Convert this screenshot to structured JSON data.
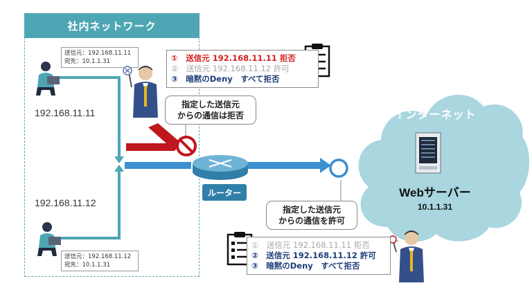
{
  "network": {
    "title": "社内ネットワーク"
  },
  "pc1": {
    "ip": "192.168.11.11",
    "packet": {
      "src": "送信元：192.168.11.11",
      "dst": "宛先：10.1.1.31"
    }
  },
  "pc2": {
    "ip": "192.168.11.12",
    "packet": {
      "src": "送信元：192.168.11.12",
      "dst": "宛先：10.1.1.31"
    }
  },
  "rules_top": [
    {
      "num": "①",
      "text": "送信元 192.168.11.11 拒否"
    },
    {
      "num": "②",
      "text": "送信元 192.168.11.12 許可"
    },
    {
      "num": "③",
      "text": "暗黙のDeny　すべて拒否"
    }
  ],
  "rules_bottom": [
    {
      "num": "①",
      "text": "送信元 192.168.11.11 拒否"
    },
    {
      "num": "②",
      "text": "送信元 192.168.11.12 許可"
    },
    {
      "num": "③",
      "text": "暗黙のDeny　すべて拒否"
    }
  ],
  "deny_bubble": {
    "line1": "指定した送信元",
    "line2": "からの通信は拒否"
  },
  "allow_bubble": {
    "line1": "指定した送信元",
    "line2": "からの通信を許可"
  },
  "router": {
    "label": "ルーター"
  },
  "internet": {
    "title": "インターネット",
    "server_name": "Webサーバー",
    "server_ip": "10.1.1.31"
  },
  "colors": {
    "teal": "#4ea6b4",
    "deny_red": "#c0161e",
    "allow_blue": "#3d8fd0",
    "cloud": "#a9d6df",
    "navy": "#1f3d7a"
  }
}
